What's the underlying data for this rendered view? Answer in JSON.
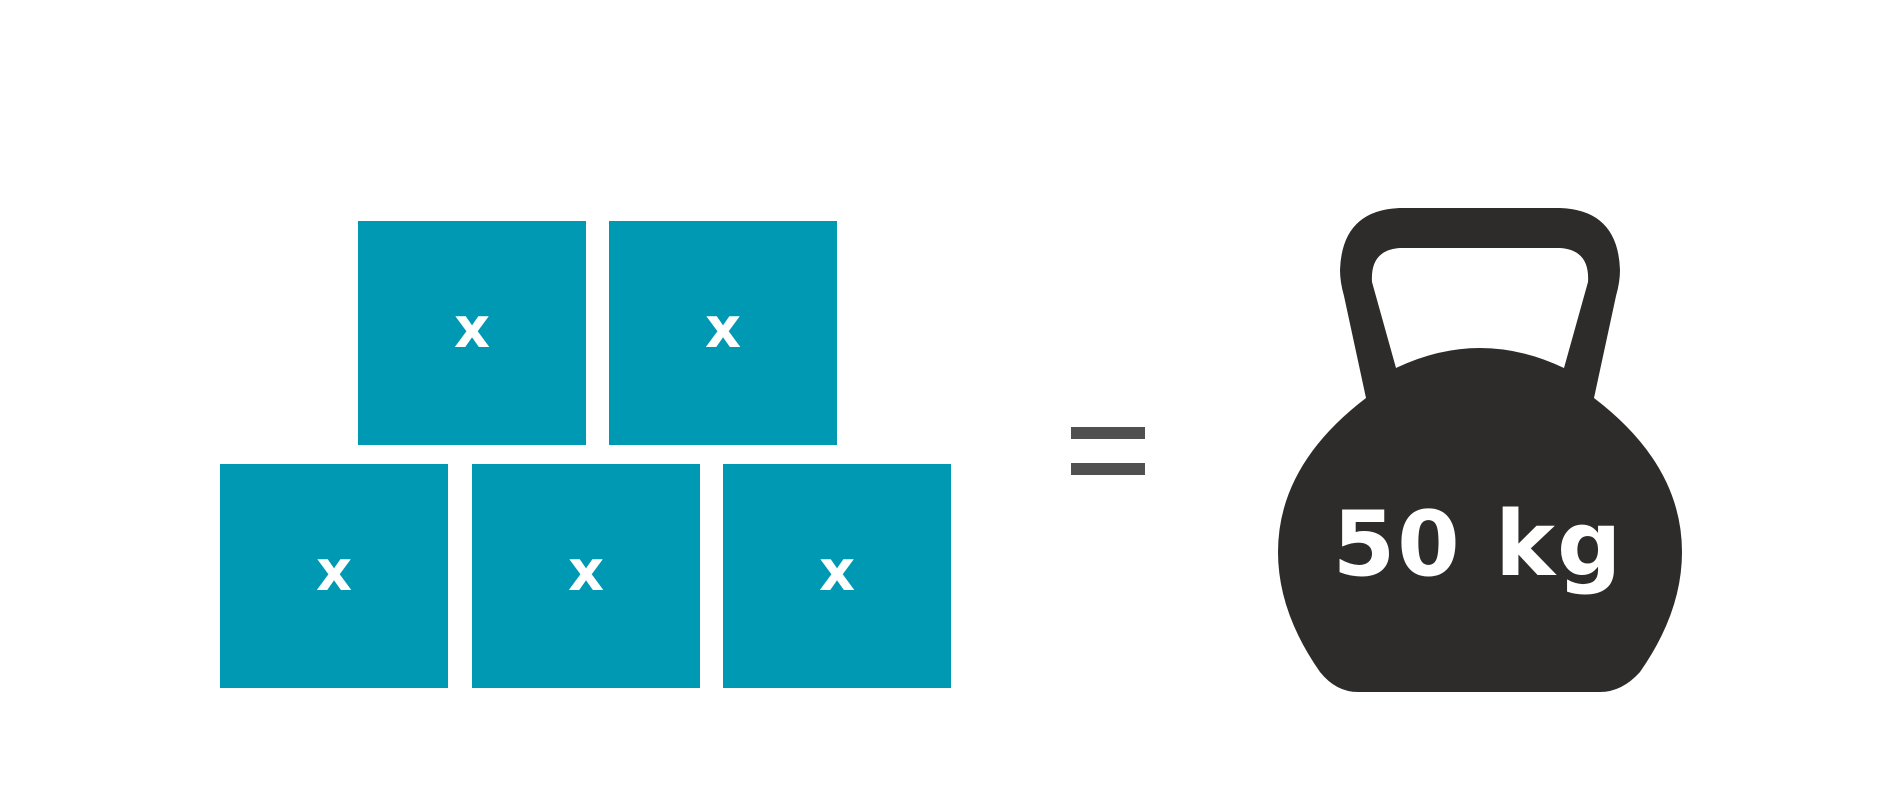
{
  "boxes": [
    {
      "label": "x"
    },
    {
      "label": "x"
    },
    {
      "label": "x"
    },
    {
      "label": "x"
    },
    {
      "label": "x"
    }
  ],
  "weight": {
    "label": "50 kg"
  },
  "colors": {
    "box": "#0099b3",
    "kettlebell": "#2d2c2a",
    "equals": "#505050",
    "text_on_shape": "#ffffff"
  },
  "icons": {
    "equals": "equals-sign-icon",
    "weight": "kettlebell-icon"
  }
}
